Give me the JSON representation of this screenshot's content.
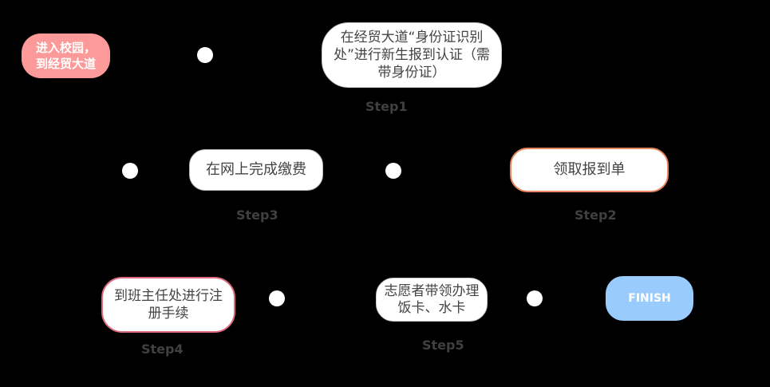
{
  "start": {
    "label": "进入校园，\n到经贸大道"
  },
  "steps": [
    {
      "id": "step1",
      "text": "在经贸大道“身份证识别处”进行新生报到认证（需带身份证）",
      "label": "Step1",
      "border_color": "#cccccc"
    },
    {
      "id": "step2",
      "text": "领取报到单",
      "label": "Step2",
      "border_color": "#e8875f"
    },
    {
      "id": "step3",
      "text": "在网上完成缴费",
      "label": "Step3",
      "border_color": "#bbbbbb"
    },
    {
      "id": "step4",
      "text": "到班主任处进行注册手续",
      "label": "Step4",
      "border_color": "#dd6a7e"
    },
    {
      "id": "step5",
      "text": "志愿者带领办理饭卡、水卡",
      "label": "Step5",
      "border_color": "#cccccc"
    }
  ],
  "finish": {
    "label": "FINISH"
  },
  "colors": {
    "background": "#000000",
    "start_fill": "#fc9999",
    "finish_fill": "#99ccfd",
    "step_label": "#404040"
  }
}
